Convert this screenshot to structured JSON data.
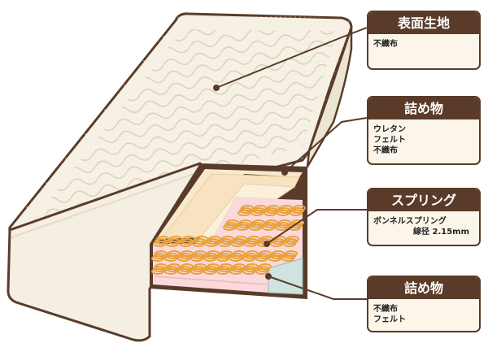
{
  "callouts": [
    {
      "title": "表面生地",
      "lines": [
        "不織布"
      ]
    },
    {
      "title": "詰め物",
      "lines": [
        "ウレタン",
        "フェルト",
        "不織布"
      ]
    },
    {
      "title": "スプリング",
      "lines": [
        "ボンネルスプリング",
        "線径 2.15mm"
      ]
    },
    {
      "title": "詰め物",
      "lines": [
        "不織布",
        "フェルト"
      ]
    }
  ],
  "colors": {
    "outline": "#5a3b2a",
    "fabric": "#f6f1e4",
    "quilt": "#ddd5c2",
    "urethane": "#f7e7c9",
    "felt": "#f9d7dc",
    "nonwoven": "#cfe3df",
    "spring": "#e8a23c"
  }
}
